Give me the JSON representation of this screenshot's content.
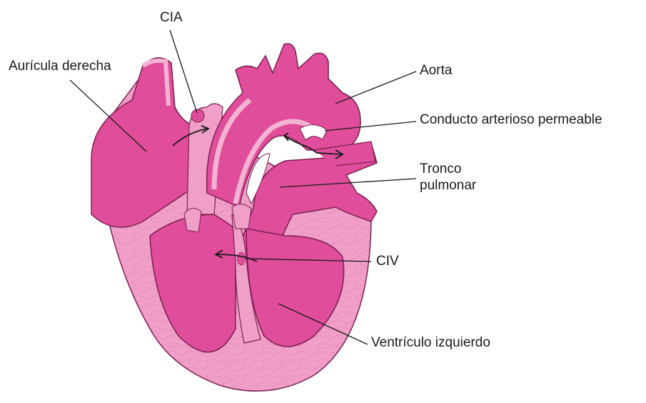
{
  "labels": {
    "cia": "CIA",
    "auricula_derecha": "Aurícula derecha",
    "aorta": "Aorta",
    "conducto": "Conducto arterioso permeable",
    "tronco_line1": "Tronco",
    "tronco_line2": "pulmonar",
    "civ": "CIV",
    "ventriculo": "Ventrículo izquierdo"
  },
  "colors": {
    "muscle": "#e04d9a",
    "wall": "#f0a0c8",
    "wall_pattern": "#e889b8",
    "outline": "#7a1f4f",
    "leader": "#1a1a1a"
  }
}
